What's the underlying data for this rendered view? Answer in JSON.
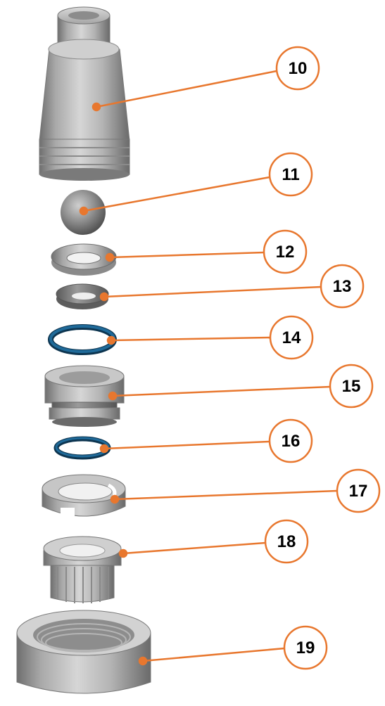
{
  "diagram": {
    "accent_color": "#e8772e",
    "parts": [
      {
        "id": "10",
        "label": "10",
        "icon": "nozzle-housing-icon"
      },
      {
        "id": "11",
        "label": "11",
        "icon": "ball-icon"
      },
      {
        "id": "12",
        "label": "12",
        "icon": "seat-ring-icon"
      },
      {
        "id": "13",
        "label": "13",
        "icon": "small-seat-icon"
      },
      {
        "id": "14",
        "label": "14",
        "icon": "o-ring-icon"
      },
      {
        "id": "15",
        "label": "15",
        "icon": "seat-housing-icon"
      },
      {
        "id": "16",
        "label": "16",
        "icon": "small-o-ring-icon"
      },
      {
        "id": "17",
        "label": "17",
        "icon": "slotted-retainer-icon"
      },
      {
        "id": "18",
        "label": "18",
        "icon": "knurled-bushing-icon"
      },
      {
        "id": "19",
        "label": "19",
        "icon": "union-nut-icon"
      }
    ]
  }
}
